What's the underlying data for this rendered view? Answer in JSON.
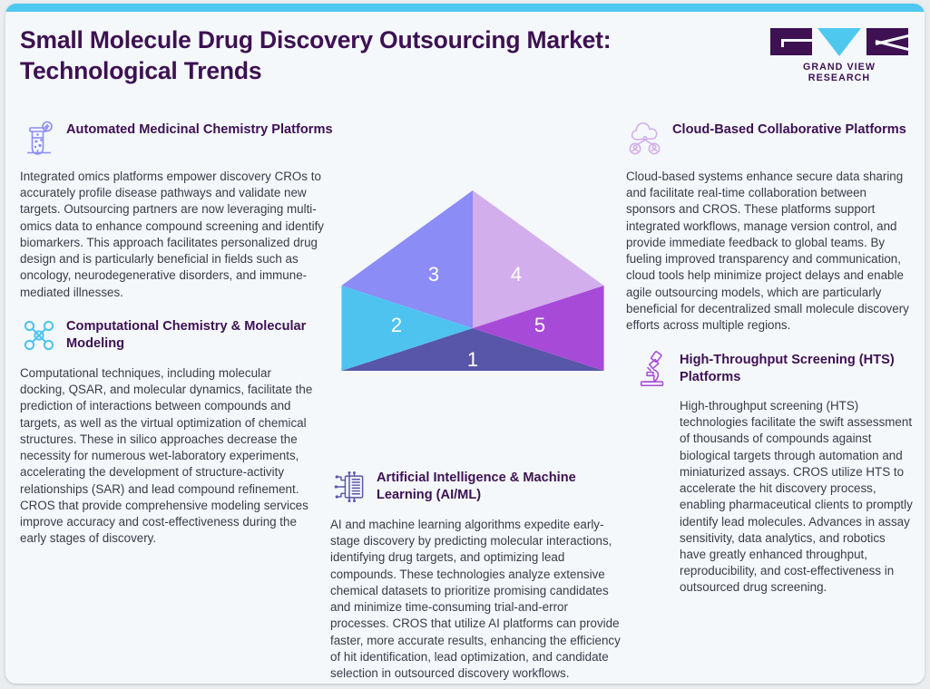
{
  "header": {
    "title": "Small Molecule Drug Discovery Outsourcing Market: Technological Trends",
    "title_line1": "Small Molecule Drug Discovery Outsourcing Market:",
    "title_line2": "Technological Trends",
    "logo_text": "GRAND VIEW RESEARCH"
  },
  "colors": {
    "accent_bar": "#4ec8ef",
    "card_bg": "#f4f8fa",
    "heading": "#3d1152",
    "body_text": "#3b3b46",
    "segment_1": "#5856a8",
    "segment_2": "#4fc3f0",
    "segment_3": "#8b8cf5",
    "segment_4": "#d3aeec",
    "segment_5": "#a84ad8"
  },
  "sections": {
    "automated": {
      "icon": "test-tube-plus-icon",
      "icon_color": "#8b8cf5",
      "title": "Automated Medicinal Chemistry Platforms",
      "body": "Integrated omics platforms empower discovery CROs to accurately profile disease pathways and validate new targets. Outsourcing partners are now leveraging multi-omics data to enhance compound screening and identify biomarkers. This approach facilitates personalized drug design and is particularly beneficial in fields such as oncology, neurodegenerative disorders, and immune-mediated illnesses."
    },
    "computational": {
      "icon": "molecule-icon",
      "icon_color": "#4fc3f0",
      "title": "Computational Chemistry & Molecular Modeling",
      "body": "Computational techniques, including molecular docking, QSAR, and molecular dynamics, facilitate the prediction of interactions between compounds and targets, as well as the virtual optimization of chemical structures. These in silico approaches decrease the necessity for numerous wet-laboratory experiments, accelerating the development of structure-activity relationships (SAR) and lead compound refinement. CROS that provide comprehensive modeling services improve accuracy and cost-effectiveness during the early stages of discovery."
    },
    "cloud": {
      "icon": "cloud-users-icon",
      "icon_color": "#d3aeec",
      "title": "Cloud-Based Collaborative Platforms",
      "body": "Cloud-based systems enhance secure data sharing and facilitate real-time collaboration between sponsors and CROS. These platforms support integrated workflows, manage version control, and provide immediate feedback to global teams. By fueling improved transparency and communication, cloud tools help minimize project delays and enable agile outsourcing models, which are particularly beneficial for decentralized small molecule discovery efforts across multiple regions."
    },
    "hts": {
      "icon": "microscope-icon",
      "icon_color": "#a84ad8",
      "title": "High-Throughput Screening (HTS) Platforms",
      "body": "High-throughput screening (HTS) technologies facilitate the swift assessment of thousands of compounds against biological targets through automation and miniaturized assays. CROS utilize HTS to accelerate the hit discovery process, enabling pharmaceutical clients to promptly identify lead molecules. Advances in assay sensitivity, data analytics, and robotics have greatly enhanced throughput, reproducibility, and cost-effectiveness in outsourced drug screening."
    },
    "aiml": {
      "icon": "ai-chip-book-icon",
      "icon_color": "#5856a8",
      "title": "Artificial Intelligence & Machine Learning (AI/ML)",
      "body": "AI and machine learning algorithms expedite early-stage discovery by predicting molecular interactions, identifying drug targets, and optimizing lead compounds. These technologies analyze extensive chemical datasets to prioritize promising candidates and minimize time-consuming trial-and-error processes. CROS that utilize AI platforms can provide faster, more accurate results, enhancing the efficiency of hit identification, lead optimization, and candidate selection in outsourced discovery workflows."
    }
  },
  "chart_data": {
    "type": "pie",
    "title": "",
    "labels": [
      "1",
      "2",
      "3",
      "4",
      "5"
    ],
    "values": [
      1,
      1,
      1,
      1,
      1
    ],
    "colors": [
      "#5856a8",
      "#4fc3f0",
      "#8b8cf5",
      "#d3aeec",
      "#a84ad8"
    ],
    "segments": [
      {
        "number": "1",
        "color": "#5856a8",
        "label": "Artificial Intelligence & Machine Learning (AI/ML)"
      },
      {
        "number": "2",
        "color": "#4fc3f0",
        "label": "Computational Chemistry & Molecular Modeling"
      },
      {
        "number": "3",
        "color": "#8b8cf5",
        "label": "Automated Medicinal Chemistry Platforms"
      },
      {
        "number": "4",
        "color": "#d3aeec",
        "label": "Cloud-Based Collaborative Platforms"
      },
      {
        "number": "5",
        "color": "#a84ad8",
        "label": "High-Throughput Screening (HTS) Platforms"
      }
    ],
    "shape": "pentagon-5-wedges",
    "legend": "none",
    "grid": false
  }
}
